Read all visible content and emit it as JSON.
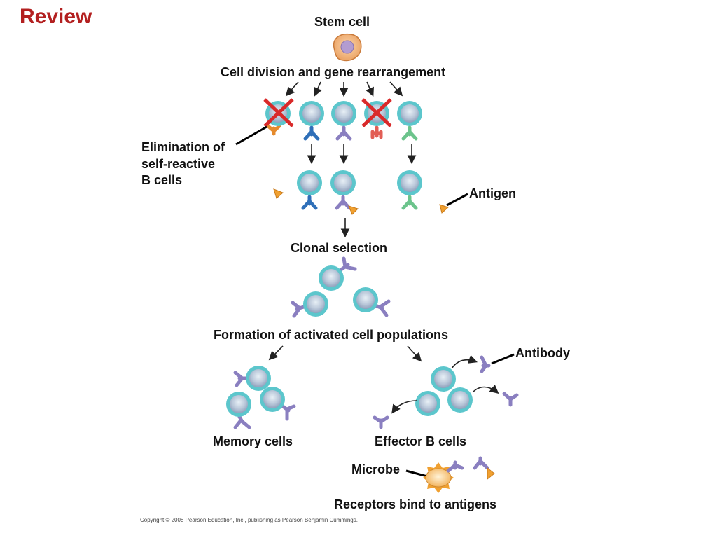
{
  "title": "Review",
  "labels": {
    "stem_cell": "Stem cell",
    "division": "Cell division and gene rearrangement",
    "elimination": [
      "Elimination of",
      "self-reactive",
      "B cells"
    ],
    "antigen": "Antigen",
    "clonal_selection": "Clonal selection",
    "formation": "Formation of activated cell populations",
    "antibody": "Antibody",
    "memory_cells": "Memory cells",
    "effector_cells": "Effector B cells",
    "microbe": "Microbe",
    "receptors_bind": "Receptors bind to antigens"
  },
  "copyright": "Copyright © 2008 Pearson Education, Inc., publishing as Pearson Benjamin Cummings.",
  "colors": {
    "title": "#b32020",
    "b_cell": "#5cc6cc",
    "stem_cell": "#f3b57a",
    "stem_nucleus": "#b39cd0",
    "receptor_purple": "#8a7fc0",
    "receptor_blue": "#2f6fb8",
    "receptor_green": "#6cc48c",
    "receptor_orange": "#e58a2c",
    "receptor_red": "#e25e55",
    "antigen": "#f0a030",
    "x_mark": "#d92a2a",
    "microbe": "#f7c57d"
  }
}
